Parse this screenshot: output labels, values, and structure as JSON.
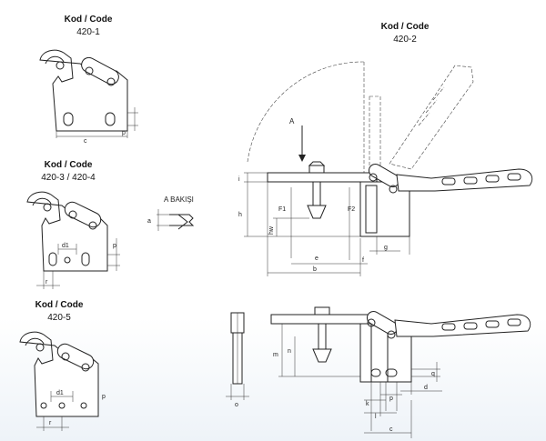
{
  "views": {
    "v4201": {
      "title": "Kod / Code",
      "code": "420-1"
    },
    "v4203": {
      "title": "Kod / Code",
      "code": "420-3 / 420-4"
    },
    "v4205": {
      "title": "Kod / Code",
      "code": "420-5"
    },
    "v4202": {
      "title": "Kod / Code",
      "code": "420-2"
    }
  },
  "a_view": {
    "label": "A BAKIŞI",
    "dim_a": "a"
  },
  "dims": {
    "c": "c",
    "p": "p",
    "d1": "d1",
    "r": "r",
    "A": "A",
    "F1": "F1",
    "F2": "F2",
    "h": "h",
    "hw": "hw",
    "e": "e",
    "b": "b",
    "f": "f",
    "g": "g",
    "i": "i",
    "m": "m",
    "n": "n",
    "o": "o",
    "k": "k",
    "l": "l",
    "q": "q",
    "d": "d"
  }
}
